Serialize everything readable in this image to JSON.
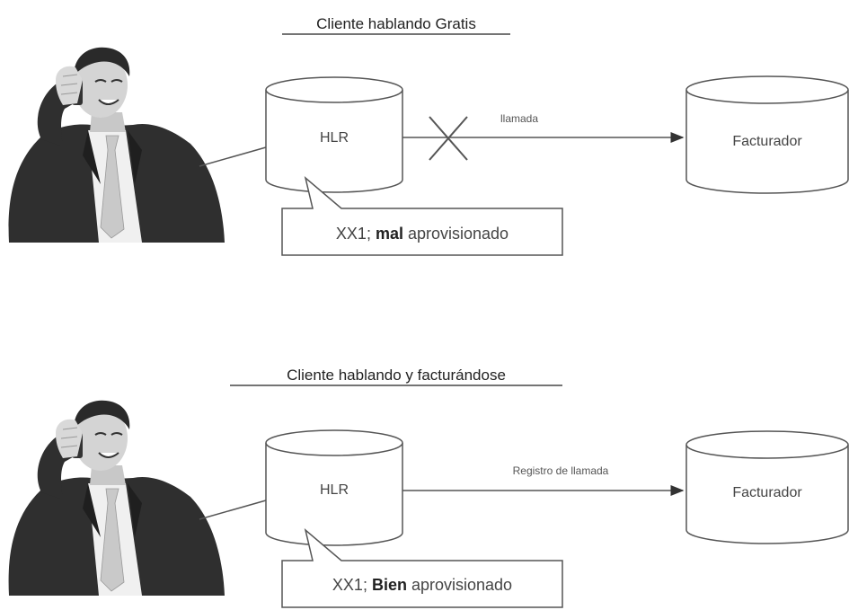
{
  "scenarios": [
    {
      "title": "Cliente hablando Gratis",
      "hlr_label": "HLR",
      "connection_label": "llamada",
      "billing_label": "Facturador",
      "note_prefix": "XX1; ",
      "note_status": "mal",
      "note_suffix": " aprovisionado",
      "connection_blocked": true
    },
    {
      "title": "Cliente hablando y facturándose",
      "hlr_label": "HLR",
      "connection_label": "Registro de llamada",
      "billing_label": "Facturador",
      "note_prefix": "XX1; ",
      "note_status": "Bien",
      "note_suffix": " aprovisionado",
      "connection_blocked": false
    }
  ],
  "icons": {
    "person": "businessman-on-phone-icon",
    "blocked": "x-mark-icon",
    "arrow": "arrow-right-icon"
  },
  "colors": {
    "line": "#555555",
    "suit": "#2f2f2f",
    "shirt": "#f2f2f2"
  }
}
